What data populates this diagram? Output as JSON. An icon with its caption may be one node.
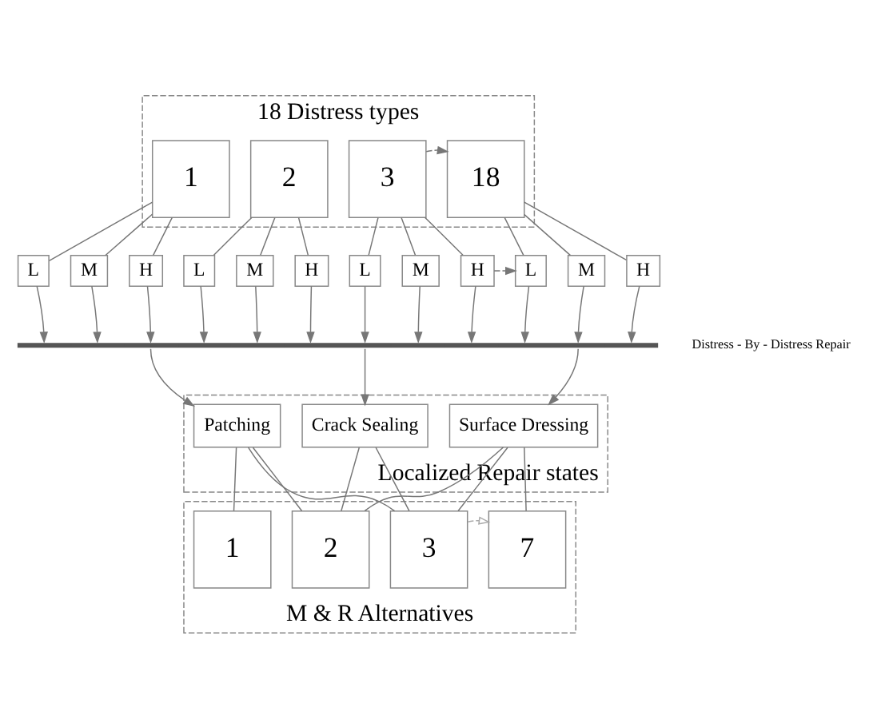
{
  "diagram": {
    "nodes": [
      {
        "text": [
          "18 Distress types"
        ]
      },
      {
        "text": [
          "1"
        ],
        "in": 0
      },
      {
        "text": [
          "2"
        ],
        "in": 0
      },
      {
        "text": [
          "3"
        ],
        "in": 0
      },
      {
        "text": [
          "18"
        ],
        "in": 0
      },
      {
        "text": [
          "L"
        ]
      },
      {
        "text": [
          "M"
        ]
      },
      {
        "text": [
          "H"
        ]
      },
      {
        "text": [
          "L"
        ]
      },
      {
        "text": [
          "M"
        ]
      },
      {
        "text": [
          "H"
        ]
      },
      {
        "text": [
          "L"
        ]
      },
      {
        "text": [
          "M"
        ]
      },
      {
        "text": [
          "H"
        ]
      },
      {
        "text": [
          "L"
        ]
      },
      {
        "text": [
          "M"
        ]
      },
      {
        "text": [
          "H"
        ]
      },
      {
        "text": [],
        "shape": "bar"
      },
      {
        "text": [
          "Localized Repair states"
        ]
      },
      {
        "text": [
          "Patching"
        ],
        "in": 18
      },
      {
        "text": [
          "Crack Sealing"
        ],
        "in": 18
      },
      {
        "text": [
          "Surface Dressing"
        ],
        "in": 18
      },
      {
        "text": [
          "M & R Alternatives"
        ]
      },
      {
        "text": [
          "1"
        ],
        "in": 22
      },
      {
        "text": [
          "2"
        ],
        "in": 22
      },
      {
        "text": [
          "3"
        ],
        "in": 22
      },
      {
        "text": [
          "7"
        ],
        "in": 22
      }
    ],
    "edges": [
      {
        "from": 3,
        "to": 4,
        "arrow": "to",
        "style": "dashed"
      },
      {
        "from": 1,
        "to": 5,
        "arrow": "none"
      },
      {
        "from": 1,
        "to": 6,
        "arrow": "none"
      },
      {
        "from": 1,
        "to": 7,
        "arrow": "none"
      },
      {
        "from": 2,
        "to": 8,
        "arrow": "none"
      },
      {
        "from": 2,
        "to": 9,
        "arrow": "none"
      },
      {
        "from": 2,
        "to": 10,
        "arrow": "none"
      },
      {
        "from": 3,
        "to": 11,
        "arrow": "none"
      },
      {
        "from": 3,
        "to": 12,
        "arrow": "none"
      },
      {
        "from": 3,
        "to": 13,
        "arrow": "none"
      },
      {
        "from": 4,
        "to": 14,
        "arrow": "none"
      },
      {
        "from": 4,
        "to": 15,
        "arrow": "none"
      },
      {
        "from": 4,
        "to": 16,
        "arrow": "none"
      },
      {
        "from": 13,
        "to": 14,
        "arrow": "to",
        "style": "dashed"
      },
      {
        "from": 5,
        "to": 17,
        "arrow": "to"
      },
      {
        "from": 6,
        "to": 17,
        "arrow": "to"
      },
      {
        "from": 7,
        "to": 17,
        "arrow": "to"
      },
      {
        "from": 8,
        "to": 17,
        "arrow": "to"
      },
      {
        "from": 9,
        "to": 17,
        "arrow": "to"
      },
      {
        "from": 10,
        "to": 17,
        "arrow": "to"
      },
      {
        "from": 11,
        "to": 17,
        "arrow": "to"
      },
      {
        "from": 12,
        "to": 17,
        "arrow": "to"
      },
      {
        "from": 13,
        "to": 17,
        "arrow": "to"
      },
      {
        "from": 14,
        "to": 17,
        "arrow": "to"
      },
      {
        "from": 15,
        "to": 17,
        "arrow": "to"
      },
      {
        "from": 16,
        "to": 17,
        "arrow": "to"
      },
      {
        "from": 17,
        "to": 19,
        "arrow": "to"
      },
      {
        "from": 17,
        "to": 20,
        "arrow": "to"
      },
      {
        "from": 17,
        "to": 21,
        "arrow": "to"
      },
      {
        "from": 19,
        "to": 23,
        "arrow": "none"
      },
      {
        "from": 19,
        "to": 24,
        "arrow": "none"
      },
      {
        "from": 19,
        "to": 25,
        "arrow": "none"
      },
      {
        "from": 20,
        "to": 24,
        "arrow": "none"
      },
      {
        "from": 20,
        "to": 25,
        "arrow": "none"
      },
      {
        "from": 21,
        "to": 24,
        "arrow": "none"
      },
      {
        "from": 21,
        "to": 25,
        "arrow": "none"
      },
      {
        "from": 21,
        "to": 26,
        "arrow": "none"
      },
      {
        "from": 25,
        "to": 26,
        "arrow": "to",
        "style": "dashed",
        "color": "#aaaaaa"
      }
    ],
    "labels": [
      "Distress - By - Distress Repair"
    ]
  }
}
